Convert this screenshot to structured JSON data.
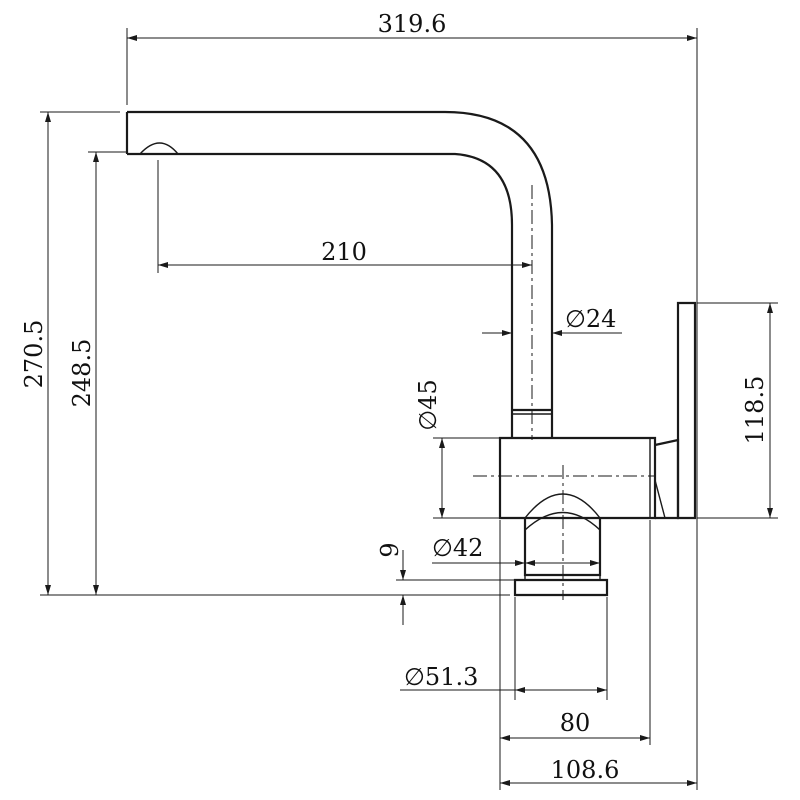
{
  "drawing": {
    "dimensions": {
      "overall_width": "319.6",
      "overall_height": "270.5",
      "spout_height": "248.5",
      "spout_reach": "210",
      "spout_diameter": "24",
      "body_diameter": "45",
      "handle_height": "118.5",
      "base_offset": "9",
      "shank_diameter": "42",
      "base_diameter": "51.3",
      "body_width": "80",
      "total_depth": "108.6"
    },
    "diameter_symbol": "∅"
  }
}
